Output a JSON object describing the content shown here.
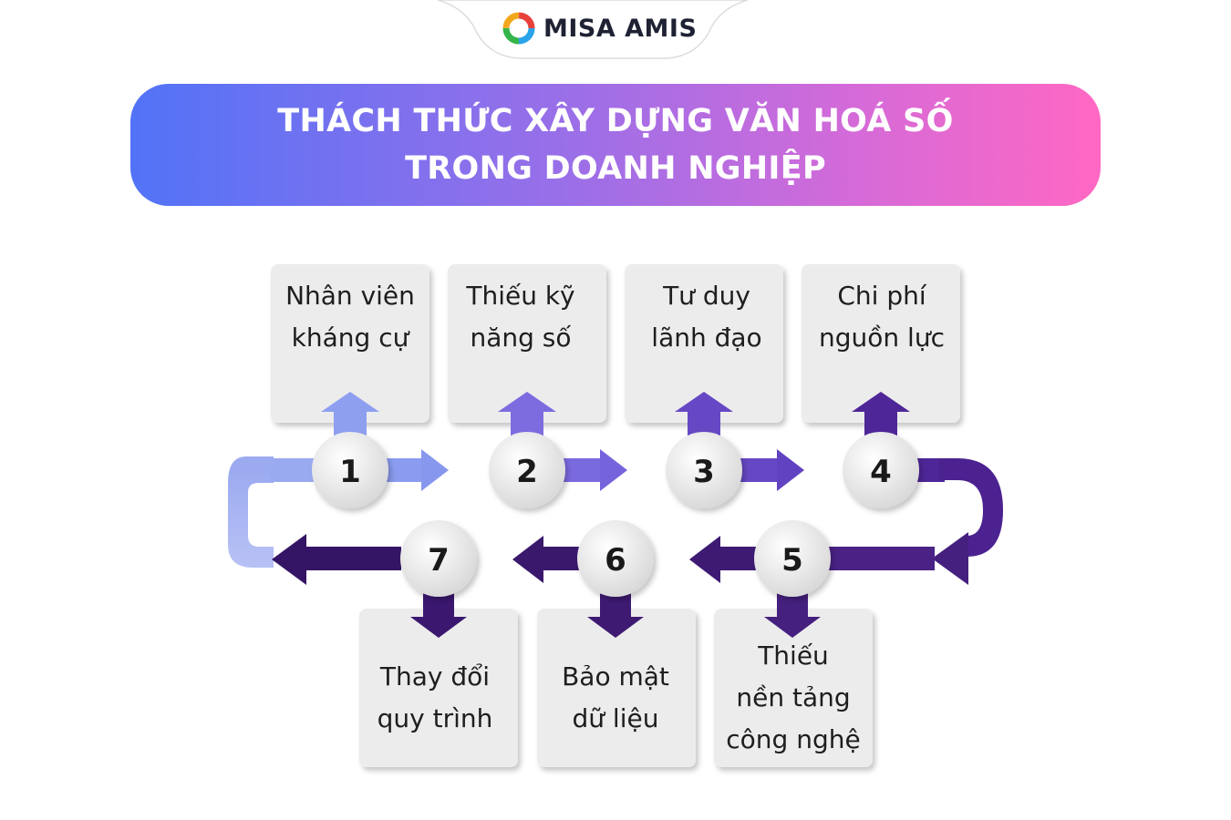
{
  "brand": {
    "name": "MISA AMIS",
    "logo_icon": "misa-amis-ring-logo"
  },
  "title": {
    "line1": "THÁCH THỨC XÂY DỰNG VĂN HOÁ SỐ",
    "line2": "TRONG DOANH NGHIỆP"
  },
  "steps": [
    {
      "number": "1",
      "lines": [
        "Nhân viên",
        "kháng cự"
      ]
    },
    {
      "number": "2",
      "lines": [
        "Thiếu kỹ",
        "năng số"
      ]
    },
    {
      "number": "3",
      "lines": [
        "Tư duy",
        "lãnh đạo"
      ]
    },
    {
      "number": "4",
      "lines": [
        "Chi phí",
        "nguồn lực"
      ]
    },
    {
      "number": "5",
      "lines": [
        "Thiếu",
        "nền tảng",
        "công nghệ"
      ]
    },
    {
      "number": "6",
      "lines": [
        "Bảo mật",
        "dữ liệu"
      ]
    },
    {
      "number": "7",
      "lines": [
        "Thay đổi",
        "quy trình"
      ]
    }
  ],
  "colors": {
    "banner_start": "#5273f7",
    "banner_end": "#ff68c3",
    "flow_light": "#8fa0ee",
    "flow_mid": "#6a50c8",
    "flow_dark": "#3a1670",
    "box_fill": "#ececec"
  }
}
